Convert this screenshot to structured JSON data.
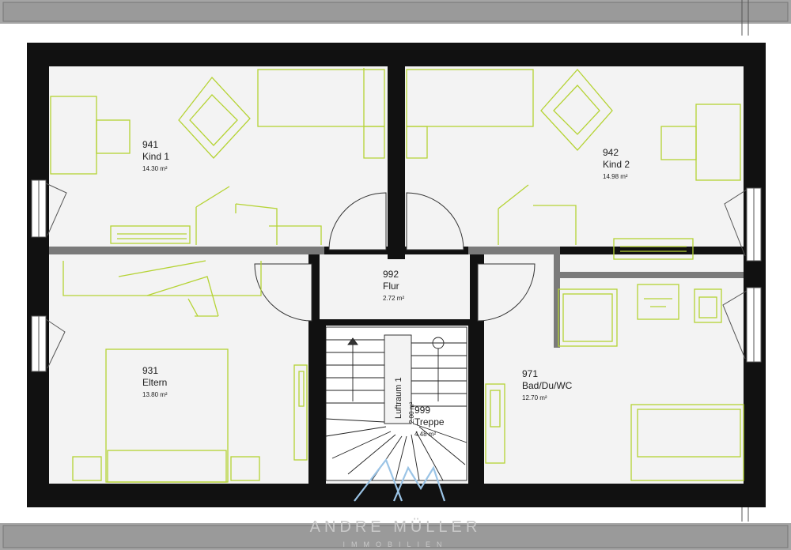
{
  "rooms": {
    "kind1": {
      "number": "941",
      "name": "Kind 1",
      "area": "14.30 m²"
    },
    "kind2": {
      "number": "942",
      "name": "Kind 2",
      "area": "14.98 m²"
    },
    "flur": {
      "number": "992",
      "name": "Flur",
      "area": "2.72 m²"
    },
    "eltern": {
      "number": "931",
      "name": "Eltern",
      "area": "13.80 m²"
    },
    "treppe": {
      "number": "999",
      "name": "Treppe",
      "area": "4.48 m²"
    },
    "bad": {
      "number": "971",
      "name": "Bad/Du/WC",
      "area": "12.70 m²"
    }
  },
  "stair": {
    "void_label": "Luftraum 1",
    "void_area": "2.00 m²"
  },
  "watermark": {
    "name": "ANDRE MÜLLER",
    "sub": "IMMOBILIEN"
  },
  "colors": {
    "wall": "#111111",
    "inner_wall": "#7a7a7a",
    "floor": "#f3f3f3",
    "furniture": "#b5d334",
    "roof_strip": "#9a9a9a",
    "logo": "#9bc4e6"
  }
}
